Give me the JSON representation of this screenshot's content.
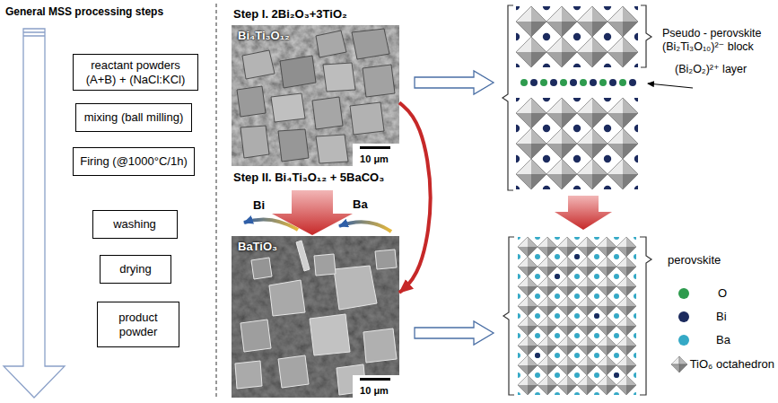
{
  "diagram": {
    "nodes": [
      {
        "text": [
          "General MSS processing steps"
        ]
      },
      {
        "text": [
          "reactant powders (A+B) + (NaCl:KCl)"
        ],
        "in": 0
      },
      {
        "text": [
          "mixing (ball milling)"
        ],
        "in": 0
      },
      {
        "text": [
          "Firing (@1000°C/1h)"
        ],
        "in": 0
      },
      {
        "text": [
          "washing"
        ],
        "in": 0
      },
      {
        "text": [
          "drying"
        ],
        "in": 0
      },
      {
        "text": [
          "product powder"
        ],
        "in": 0
      },
      {
        "text": [
          "Bi₄Ti₃O₁₂",
          "10 μm"
        ]
      },
      {
        "text": [
          "BaTiO₃",
          "10 μm"
        ]
      }
    ],
    "edges": [
      {
        "from": 7,
        "to": 8,
        "arrow": "to"
      }
    ],
    "labels": [
      "Step I. 2Bi₂O₃+3TiO₂",
      "Step II. Bi₄Ti₃O₁₂ + 5BaCO₃",
      "Bi",
      "Ba",
      "Pseudo - perovskite (Bi₂Ti₃O₁₀)²⁻ block",
      "(Bi₂O₂)²⁺ layer",
      "perovskite"
    ],
    "legend": [
      {
        "text": "O",
        "color": "#2e9b4e"
      },
      {
        "text": "Bi",
        "color": "#1c2b5e"
      },
      {
        "text": "Ba",
        "color": "#35a9c6"
      },
      {
        "text": "TiO₆ octahedron"
      }
    ]
  }
}
